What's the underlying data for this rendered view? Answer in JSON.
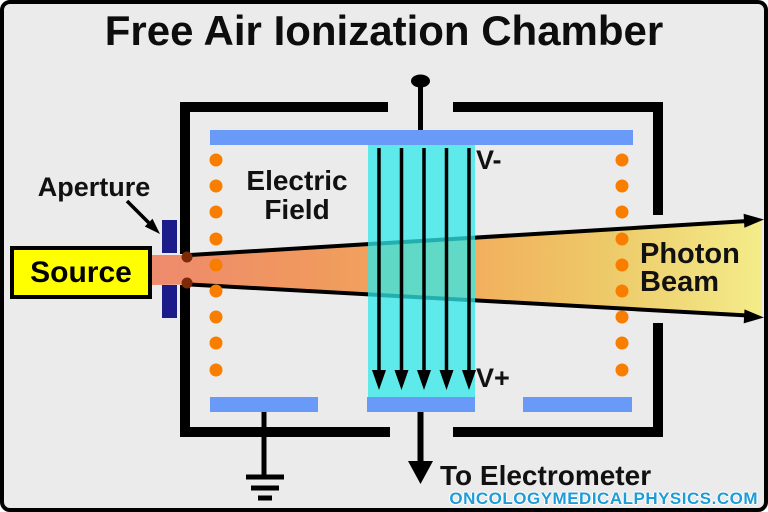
{
  "title": "Free Air Ionization Chamber",
  "labels": {
    "aperture": "Aperture",
    "source": "Source",
    "electric_field_line1": "Electric",
    "electric_field_line2": "Field",
    "v_minus": "V-",
    "v_plus": "V+",
    "photon_line1": "Photon",
    "photon_line2": "Beam",
    "to_electrometer": "To Electrometer"
  },
  "footer": {
    "website": "ONCOLOGYMEDICALPHYSICS.COM"
  },
  "colors": {
    "background": "#EBEBEB",
    "chamber_wall": "#000000",
    "electrode_plate_blue": "#699AF8",
    "field_region_cyan": "#2FE9E9",
    "ion_dot_orange": "#F97E00",
    "aperture_navy": "#1B1B8A",
    "source_yellow": "#FFFF00",
    "beam_gradient_start": "#EE8A6D",
    "beam_gradient_mid": "#F3AC5C",
    "beam_gradient_end": "#F4EC8A",
    "beam_edge_dot_maroon": "#7C2A08",
    "website_blue": "#1E9CD8"
  }
}
